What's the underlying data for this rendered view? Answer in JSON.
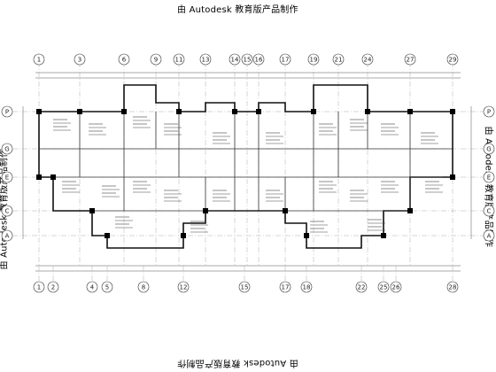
{
  "watermark": "由 Autodesk 教育版产品制作",
  "grid_top": [
    "1",
    "3",
    "6",
    "9",
    "11",
    "13",
    "14",
    "15",
    "16",
    "17",
    "19",
    "21",
    "24",
    "27",
    "29"
  ],
  "grid_bottom": [
    "1",
    "2",
    "4",
    "5",
    "8",
    "12",
    "15",
    "17",
    "18",
    "22",
    "25",
    "26",
    "28"
  ],
  "row_axes": [
    "P",
    "G",
    "E",
    "C",
    "A"
  ]
}
